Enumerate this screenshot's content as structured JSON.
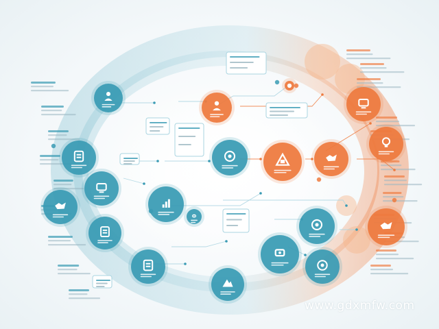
{
  "colors": {
    "teal": "#3a9bb4",
    "teal_light": "#a9d4e0",
    "orange": "#ee7a3e",
    "orange_light": "#f6b98e",
    "line": "#9cb8c2",
    "background": "#f4f8fa"
  },
  "watermark": "www.gdxmfw.com",
  "nodes": [
    {
      "color": "teal",
      "icon": "people-icon"
    },
    {
      "color": "teal",
      "icon": "document-icon"
    },
    {
      "color": "teal",
      "icon": "building-icon"
    },
    {
      "color": "teal",
      "icon": "chart-icon"
    },
    {
      "color": "teal",
      "icon": "handshake-icon"
    },
    {
      "color": "teal",
      "icon": "book-icon"
    },
    {
      "color": "teal",
      "icon": "book-icon"
    },
    {
      "color": "teal",
      "icon": "mountain-icon"
    },
    {
      "color": "teal",
      "icon": "badge-icon"
    },
    {
      "color": "teal",
      "icon": "link-icon"
    },
    {
      "color": "teal",
      "icon": "target-icon"
    },
    {
      "color": "teal",
      "icon": "gear-icon"
    },
    {
      "color": "teal",
      "icon": "globe-icon"
    },
    {
      "color": "orange",
      "icon": "person-icon"
    },
    {
      "color": "orange",
      "icon": "scale-icon"
    },
    {
      "color": "orange",
      "icon": "hand-icon"
    },
    {
      "color": "orange",
      "icon": "lightbulb-icon"
    },
    {
      "color": "orange",
      "icon": "computer-icon"
    },
    {
      "color": "orange",
      "icon": "handshake-icon"
    },
    {
      "color": "orange",
      "icon": "mail-icon"
    }
  ]
}
